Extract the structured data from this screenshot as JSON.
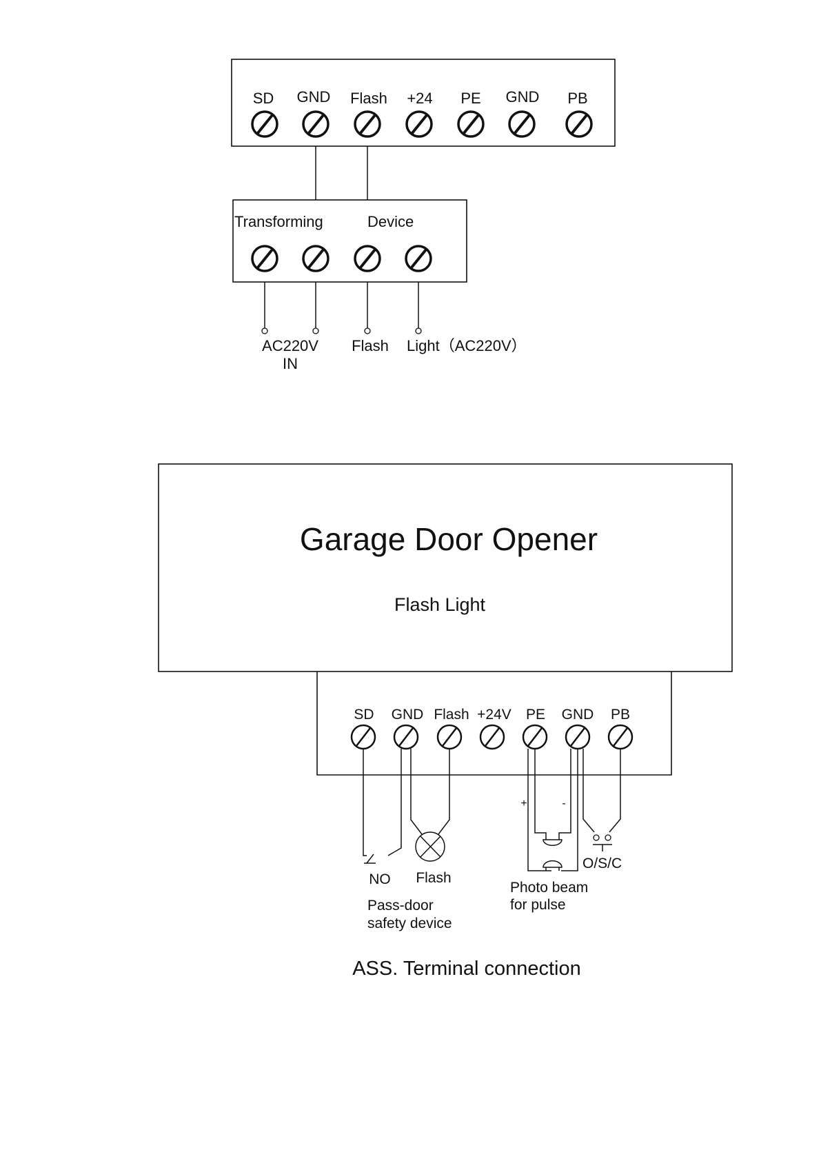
{
  "top_terminal_block": {
    "labels": [
      "SD",
      "GND",
      "Flash",
      "+24",
      "PE",
      "GND",
      "PB"
    ]
  },
  "transforming_device": {
    "title_left": "Transforming",
    "title_right": "Device",
    "outputs": {
      "ac_in_line1": "AC220V",
      "ac_in_line2": "IN",
      "flash": "Flash",
      "light": "Light（AC220V）"
    }
  },
  "opener": {
    "title": "Garage Door Opener",
    "subtitle": "Flash Light"
  },
  "bottom_terminal_block": {
    "labels": [
      "SD",
      "GND",
      "Flash",
      "+24V",
      "PE",
      "GND",
      "PB"
    ]
  },
  "devices": {
    "no_label": "NO",
    "flash_label": "Flash",
    "pass_door_line1": "Pass-door",
    "pass_door_line2": "safety device",
    "plus_sign": "+",
    "minus_sign": "-",
    "photo_line1": "Photo beam",
    "photo_line2": "for pulse",
    "osc_label": "O/S/C"
  },
  "caption": "ASS. Terminal connection"
}
